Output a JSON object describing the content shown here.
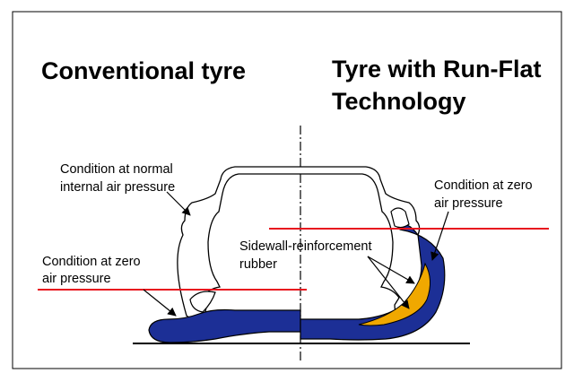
{
  "titles": {
    "left": "Conventional tyre",
    "right_line1": "Tyre with Run-Flat",
    "right_line2": "Technology"
  },
  "labels": {
    "normal_pressure_line1": "Condition at normal",
    "normal_pressure_line2": "internal air pressure",
    "zero_left_line1": "Condition at zero",
    "zero_left_line2": "air pressure",
    "zero_right_line1": "Condition at zero",
    "zero_right_line2": "air pressure",
    "reinforcement_line1": "Sidewall-reinforcement",
    "reinforcement_line2": "rubber"
  },
  "colors": {
    "tyre_flat": "#1c2f96",
    "reinforcement": "#f0a800",
    "pressure_line": "#e8141e",
    "outline": "#000000"
  }
}
